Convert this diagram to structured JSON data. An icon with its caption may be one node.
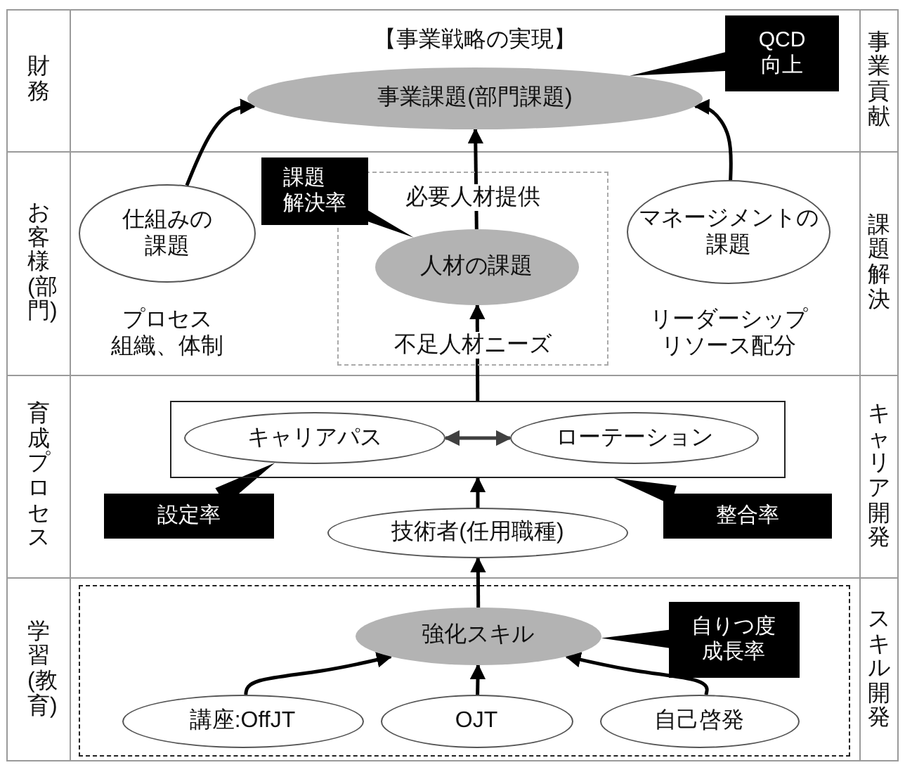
{
  "diagram": {
    "nodes": [
      {
        "text": [
          "事業課題(部門課題)"
        ],
        "beside": [
          "【事業戦略の実現】"
        ]
      },
      {
        "text": [
          "QCD向上"
        ]
      },
      {
        "text": [
          "仕組みの課題"
        ],
        "beside": [
          "プロセス",
          "組織、体制"
        ]
      },
      {
        "text": [
          "必要人材提供",
          "不足人材ニーズ"
        ]
      },
      {
        "text": [
          "人材の課題"
        ],
        "in": 3
      },
      {
        "text": [
          "課題解決率"
        ]
      },
      {
        "text": [
          "マネージメントの課題"
        ],
        "beside": [
          "リーダーシップ",
          "リソース配分"
        ]
      },
      {
        "text": [],
        "shape": "box"
      },
      {
        "text": [
          "キャリアパス"
        ],
        "in": 7
      },
      {
        "text": [
          "ローテーション"
        ],
        "in": 7
      },
      {
        "text": [
          "設定率"
        ]
      },
      {
        "text": [
          "技術者(任用職種)"
        ]
      },
      {
        "text": [
          "整合率"
        ]
      },
      {
        "text": [],
        "shape": "box"
      },
      {
        "text": [
          "強化スキル"
        ],
        "in": 13
      },
      {
        "text": [
          "自りつ度成長率"
        ],
        "in": 13
      },
      {
        "text": [
          "講座:OffJT"
        ],
        "in": 13
      },
      {
        "text": [
          "OJT"
        ],
        "in": 13
      },
      {
        "text": [
          "自己啓発"
        ],
        "in": 13
      }
    ],
    "edges": [
      {
        "from": 2,
        "to": 0,
        "arrow": "to"
      },
      {
        "from": 4,
        "to": 0,
        "arrow": "to"
      },
      {
        "from": 6,
        "to": 0,
        "arrow": "to"
      },
      {
        "from": 1,
        "to": 0,
        "arrow": "none"
      },
      {
        "from": 5,
        "to": 4,
        "arrow": "none"
      },
      {
        "from": 8,
        "to": 9,
        "arrow": "both",
        "color": "#404040"
      },
      {
        "from": 7,
        "to": 4,
        "arrow": "to"
      },
      {
        "from": 10,
        "to": 8,
        "arrow": "none"
      },
      {
        "from": 12,
        "to": 7,
        "arrow": "none"
      },
      {
        "from": 11,
        "to": 7,
        "arrow": "to"
      },
      {
        "from": 14,
        "to": 11,
        "arrow": "to"
      },
      {
        "from": 15,
        "to": 14,
        "arrow": "none"
      },
      {
        "from": 16,
        "to": 14,
        "arrow": "to"
      },
      {
        "from": 17,
        "to": 14,
        "arrow": "to"
      },
      {
        "from": 18,
        "to": 14,
        "arrow": "to"
      }
    ],
    "labels": [
      "財務",
      "事業貢献",
      "お客様(部門)",
      "課題解決",
      "育成プロセス",
      "キャリア開発",
      "学習(教育)",
      "スキル開発"
    ]
  }
}
